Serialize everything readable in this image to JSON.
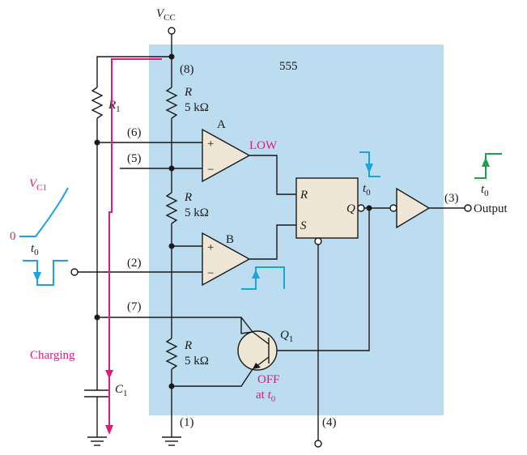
{
  "colors": {
    "chip_fill": "#bcdcf0",
    "component_fill": "#efe6d6",
    "wire": "#1a1a1a",
    "highlight": "#e0197d",
    "trigger_pulse": "#1ba3dd",
    "output_pulse": "#1fa04a"
  },
  "chip": {
    "label": "555"
  },
  "supply": {
    "v": "V",
    "sub": "CC"
  },
  "pins": {
    "p8": "(8)",
    "p6": "(6)",
    "p5": "(5)",
    "p2": "(2)",
    "p7": "(7)",
    "p3": "(3)",
    "p1": "(1)",
    "p4": "(4)"
  },
  "resistors": {
    "r_name": "R",
    "r_value": "5 kΩ",
    "r1_name": "R",
    "r1_sub": "1"
  },
  "comparators": {
    "a": {
      "name": "A",
      "plus": "+",
      "minus": "−",
      "state": "LOW"
    },
    "b": {
      "name": "B",
      "plus": "+",
      "minus": "−"
    }
  },
  "flipflop": {
    "r": "R",
    "s": "S",
    "q": "Q"
  },
  "transistor": {
    "name": "Q",
    "sub": "1",
    "state_line1": "OFF",
    "state_line2_prefix": "at ",
    "state_line2_t": "t",
    "state_line2_sub": "0"
  },
  "capacitor": {
    "name": "C",
    "sub": "1",
    "current_label": "Charging"
  },
  "vc1": {
    "v": "V",
    "sub": "C1",
    "zero": "0"
  },
  "times": {
    "t": "t",
    "sub": "0"
  },
  "output": {
    "label": "Output"
  }
}
